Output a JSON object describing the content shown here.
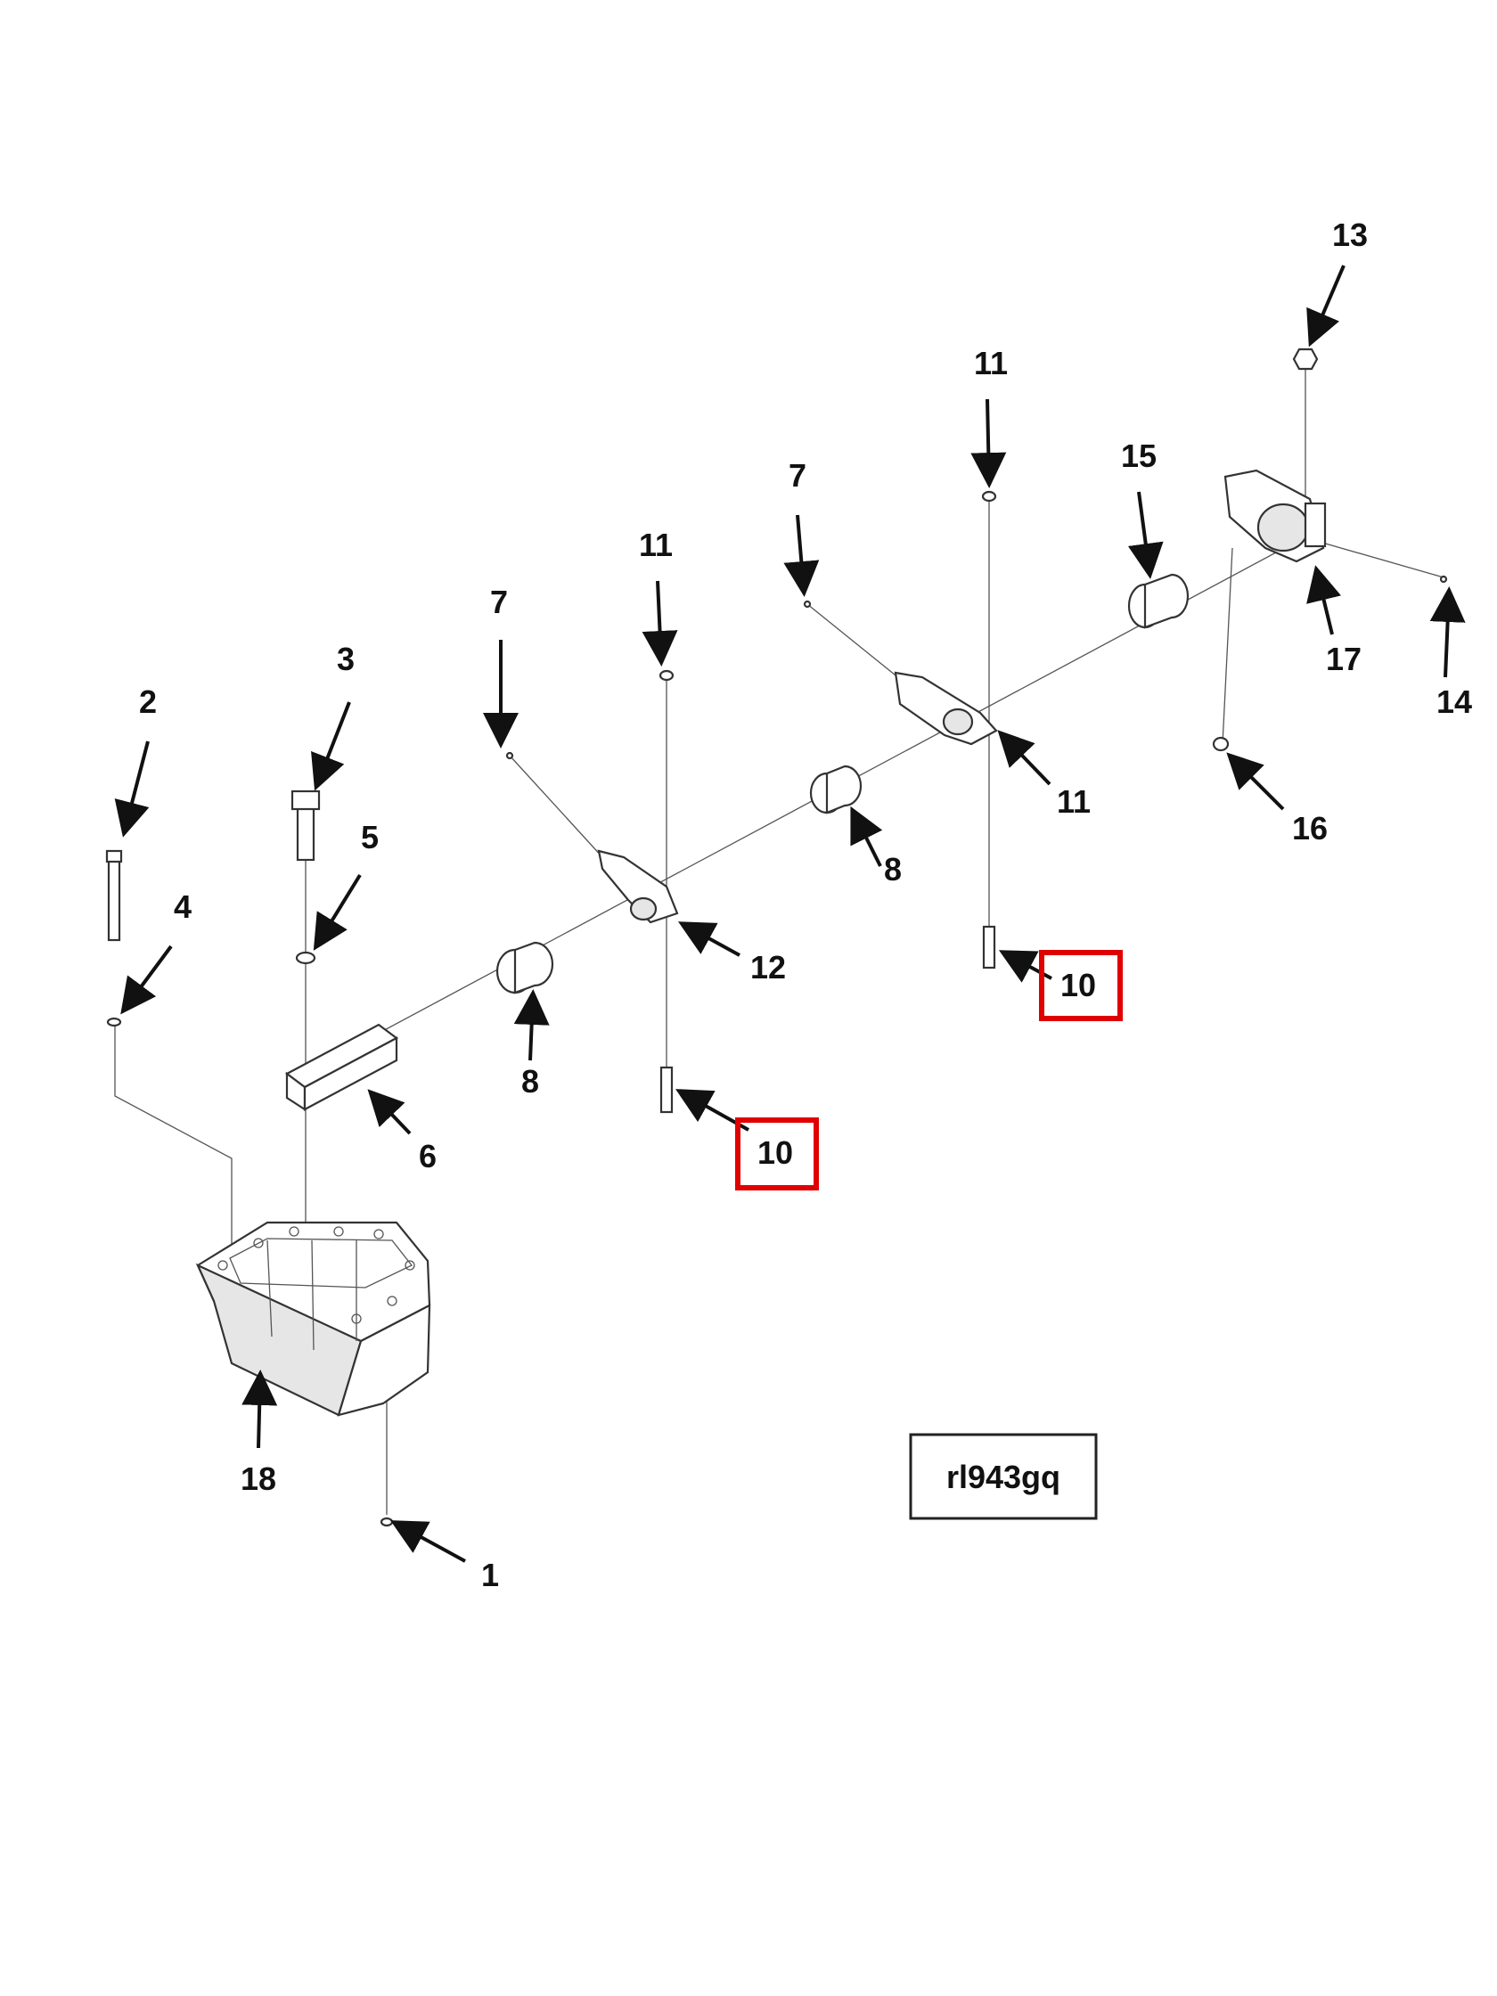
{
  "drawing_code": "rl943gq",
  "callouts": [
    {
      "id": "c1",
      "label": "1"
    },
    {
      "id": "c2",
      "label": "2"
    },
    {
      "id": "c3",
      "label": "3"
    },
    {
      "id": "c4",
      "label": "4"
    },
    {
      "id": "c5",
      "label": "5"
    },
    {
      "id": "c6",
      "label": "6"
    },
    {
      "id": "c7a",
      "label": "7"
    },
    {
      "id": "c7b",
      "label": "7"
    },
    {
      "id": "c8a",
      "label": "8"
    },
    {
      "id": "c8b",
      "label": "8"
    },
    {
      "id": "c10a",
      "label": "10",
      "highlighted": true
    },
    {
      "id": "c10b",
      "label": "10",
      "highlighted": true
    },
    {
      "id": "c11a",
      "label": "11"
    },
    {
      "id": "c11b",
      "label": "11"
    },
    {
      "id": "c11c",
      "label": "11"
    },
    {
      "id": "c12",
      "label": "12"
    },
    {
      "id": "c13",
      "label": "13"
    },
    {
      "id": "c14",
      "label": "14"
    },
    {
      "id": "c15",
      "label": "15"
    },
    {
      "id": "c16",
      "label": "16"
    },
    {
      "id": "c17",
      "label": "17"
    },
    {
      "id": "c18",
      "label": "18"
    }
  ],
  "colors": {
    "highlight": "#e00000",
    "ink": "#111111",
    "line": "#333333"
  }
}
